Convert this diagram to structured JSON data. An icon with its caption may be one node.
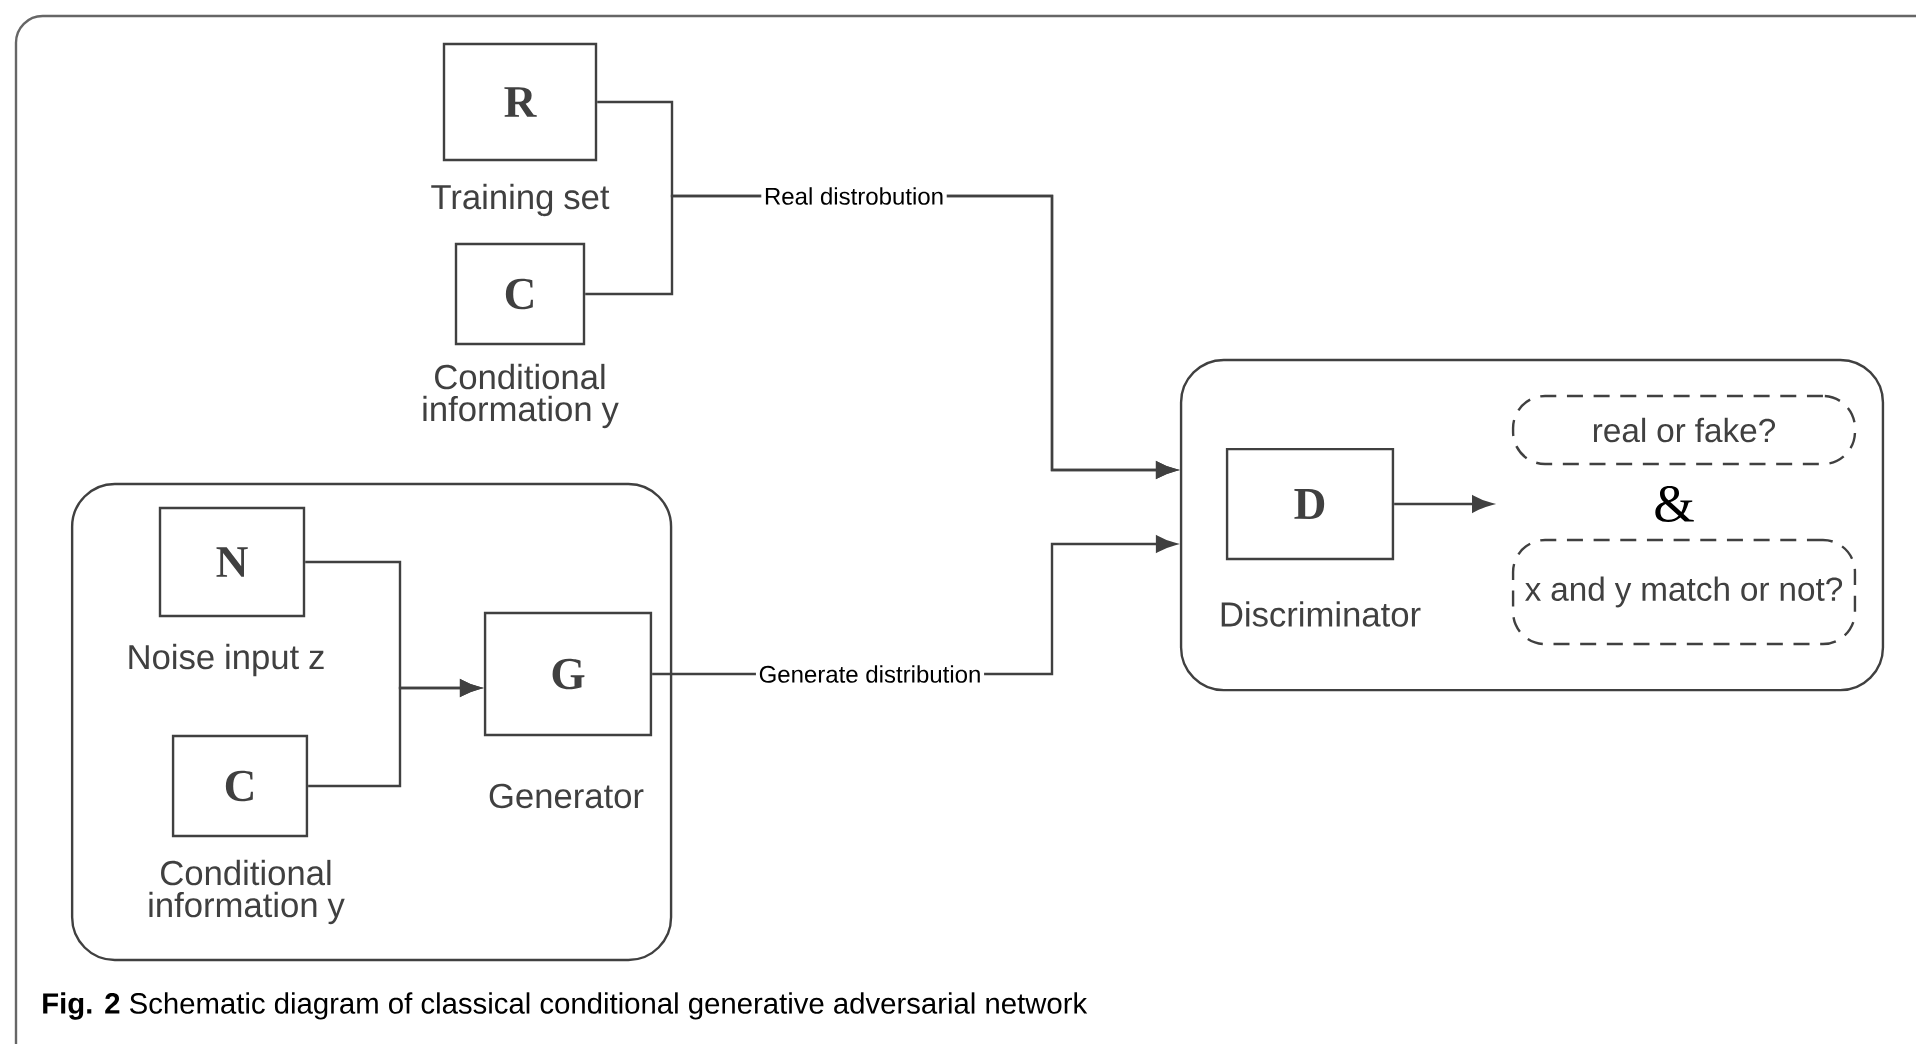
{
  "diagram": {
    "caption": "**Fig. 2** Schematic diagram of classical conditional generative adversarial network",
    "nodes": [
      {
        "text": [
          "R"
        ],
        "beside": [
          "Training set"
        ]
      },
      {
        "text": [
          "C"
        ],
        "beside": [
          "Conditional information y"
        ]
      },
      {
        "text": [],
        "shape": "box"
      },
      {
        "text": [
          "N"
        ],
        "beside": [
          "Noise input z"
        ],
        "in": 2
      },
      {
        "text": [
          "C"
        ],
        "beside": [
          "Conditional information y"
        ],
        "in": 2
      },
      {
        "text": [
          "G"
        ],
        "beside": [
          "Generator"
        ],
        "in": 2
      },
      {
        "text": [],
        "shape": "box"
      },
      {
        "text": [
          "D"
        ],
        "beside": [
          "Discriminator"
        ],
        "in": 6
      },
      {
        "text": [
          "real or fake?"
        ],
        "in": 6
      },
      {
        "text": [
          "x and y match or not?"
        ],
        "in": 6
      }
    ],
    "edges": [
      {
        "from": 0,
        "to": 6,
        "arrow": "to",
        "label": "Real distrobution"
      },
      {
        "from": 1,
        "to": 6,
        "arrow": "to"
      },
      {
        "from": 3,
        "to": 5,
        "arrow": "to"
      },
      {
        "from": 4,
        "to": 5,
        "arrow": "to"
      },
      {
        "from": 5,
        "to": 6,
        "arrow": "to",
        "label": "Generate distribution"
      },
      {
        "from": 7,
        "to": null,
        "arrow": "to"
      }
    ],
    "labels": [
      "&"
    ]
  }
}
